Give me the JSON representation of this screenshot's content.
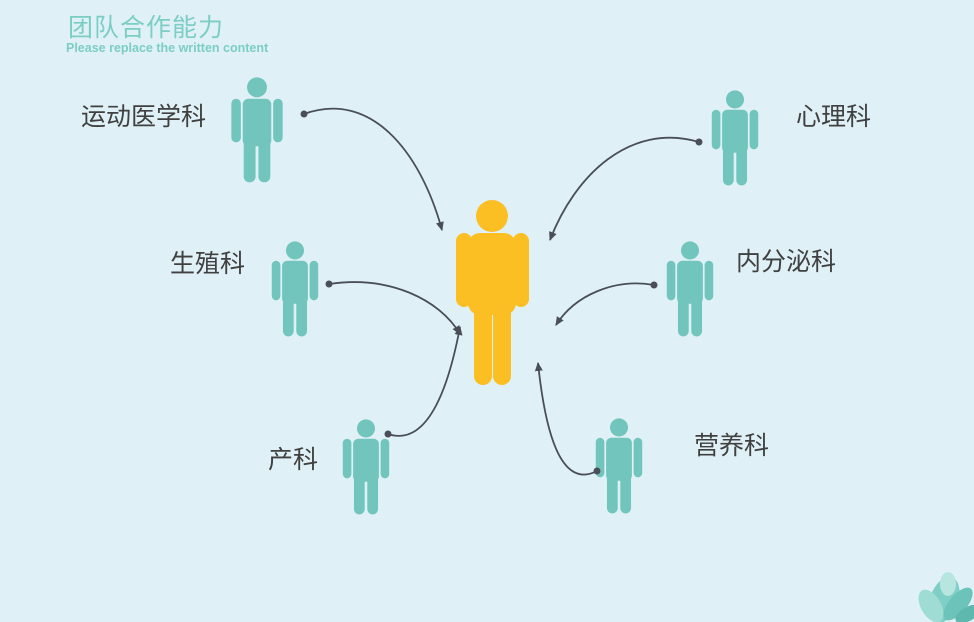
{
  "header": {
    "title": "团队合作能力",
    "subtitle": "Please replace the written content"
  },
  "departments": [
    {
      "id": "sports-medicine",
      "label": "运动医学科"
    },
    {
      "id": "reproductive",
      "label": "生殖科"
    },
    {
      "id": "obstetrics",
      "label": "产科"
    },
    {
      "id": "psychology",
      "label": "心理科"
    },
    {
      "id": "endocrinology",
      "label": "内分泌科"
    },
    {
      "id": "nutrition",
      "label": "营养科"
    }
  ],
  "colors": {
    "background": "#dff1f7",
    "center_person": "#fbbf24",
    "department_person": "#72c5bd",
    "arrow": "#4a4f57",
    "label_text": "#404040",
    "title_text": "#7ccdc4"
  },
  "icons": {
    "person": "person-icon",
    "decoration": "leaf-plant-icon"
  }
}
